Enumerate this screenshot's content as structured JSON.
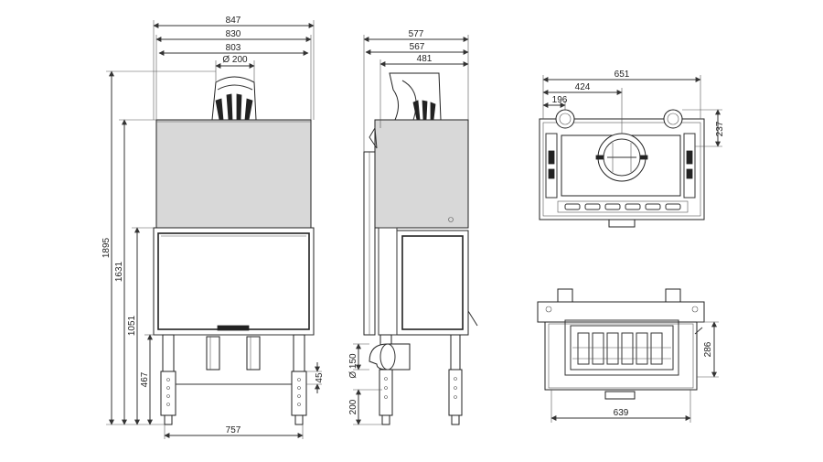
{
  "front": {
    "d847": "847",
    "d830": "830",
    "d803": "803",
    "flue": "Ø 200",
    "h1895": "1895",
    "h1631": "1631",
    "h1051": "1051",
    "h467": "467",
    "d45": "45",
    "d757": "757"
  },
  "side": {
    "d577": "577",
    "d567": "567",
    "d481": "481",
    "flue": "Ø 150",
    "h200": "200"
  },
  "top": {
    "d651": "651",
    "d424": "424",
    "d196": "196",
    "d237": "237"
  },
  "bottom": {
    "d286": "286",
    "d639": "639"
  }
}
